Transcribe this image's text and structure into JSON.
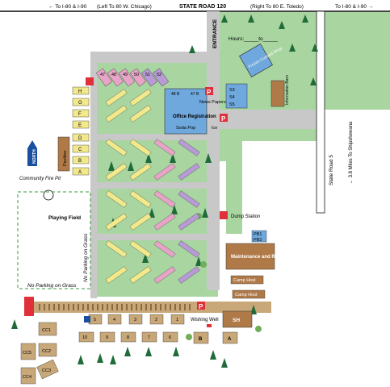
{
  "roads": {
    "state_road_120": "STATE ROAD 120",
    "left_i80_top": "← To I-80 & I-90",
    "left_chicago": "(Left To 80 W. Chicago)",
    "right_toledo": "(Right To 80 E. Toledo)",
    "right_i80_top": "To I-80 & I-90 →",
    "entrance": "ENTRANCE",
    "state_road_5": "State Road 5",
    "to_shipshewana": "← 3.8 Miles To Shipshewana"
  },
  "labels": {
    "north": "NORTH",
    "community_fire_pit": "Community Fire Pit",
    "playing_field": "Playing Field",
    "no_parking_grass_vertical": "No Parking on Grass",
    "no_parking_grass_horizontal": "No Parking on Grass",
    "pavilion": "Pavilion",
    "hours": "Hours:_____to_____",
    "frozen_custard": "Frozen Custard Shop",
    "information_barn": "Information Barn",
    "news_papers": "News Papers",
    "office_registration": "Office Registration",
    "soda_pop": "Soda Pop",
    "ice": "Ice",
    "dump_station": "Dump Station",
    "maintenance": "Maintenance and Repair",
    "camp_host_1": "Camp Host",
    "camp_host_2": "Camp Host",
    "wishing_well": "Wishing Well",
    "sh": "SH",
    "parking": "P"
  },
  "row_labels": [
    "H",
    "G",
    "F",
    "E",
    "D",
    "C",
    "B",
    "A"
  ],
  "top_sites": [
    "47",
    "48",
    "49",
    "50",
    "51",
    "52"
  ],
  "office_sites": [
    "48 B",
    "47 B"
  ],
  "upper_sites": [
    "S3",
    "S4",
    "S5"
  ],
  "pb_sites": [
    "PB1",
    "PB2"
  ],
  "cabins_row1": [
    "5",
    "4",
    "3",
    "2",
    "1"
  ],
  "cabins_row2": [
    "10",
    "9",
    "8",
    "7",
    "6"
  ],
  "cabins_ab": [
    "B",
    "A"
  ],
  "cc_sites": [
    "CC1",
    "CC2",
    "CC3",
    "CC4",
    "CC5"
  ],
  "colors": {
    "grass": "#a8d5a0",
    "road": "#c8c8c8",
    "site_yellow": "#f2e88c",
    "site_pink": "#e8a4c8",
    "site_purple": "#b89ad6",
    "building": "#b07a48",
    "water_blue": "#6fa8dc",
    "parking_red": "#e0303a"
  }
}
